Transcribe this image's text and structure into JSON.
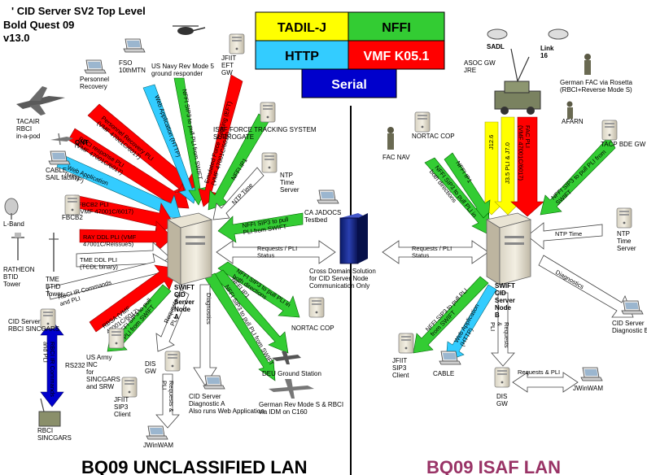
{
  "header": {
    "line1": "' CID Server SV2 Top Level",
    "line2": "Bold Quest 09",
    "line3": "v13.0"
  },
  "legend": {
    "items": [
      {
        "label": "TADIL-J",
        "color": "#ffff00",
        "text_color": "#000000"
      },
      {
        "label": "NFFI",
        "color": "#33cc33",
        "text_color": "#000000"
      },
      {
        "label": "HTTP",
        "color": "#33ccff",
        "text_color": "#000000"
      },
      {
        "label": "VMF K05.1",
        "color": "#ff0000",
        "text_color": "#ffffff"
      },
      {
        "label": "Serial",
        "color": "#0000cc",
        "text_color": "#ffffff"
      }
    ]
  },
  "lans": {
    "left": {
      "label": "BQ09 UNCLASSIFIED LAN",
      "color": "#000000"
    },
    "right": {
      "label": "BQ09 ISAF LAN",
      "color": "#993366"
    }
  },
  "nodes": {
    "tacair": "TACAIR\nRBCI\nin-a-pod",
    "personnel": "Personnel\nRecovery",
    "fso": "FSO\n10thMTN",
    "usnavy": "US Navy Rev Mode 5\nground responder",
    "jfiit_eft": "JFIIT\nEFT\nGW",
    "qnt": "QNT",
    "cable_sail": "CABLE\nSAIL facility",
    "isaf_fts": "ISAF FORCE TRACKING SYSTEM\nSURROGATE",
    "ntp_left": "NTP\nTime\nServer",
    "lband": "L-Band",
    "fbcb2": "FBCB2",
    "ca_jadocs": "CA JADOCS\nTestbed",
    "raytheon": "RATHEON\nBTID\nTower",
    "tme": "TME\nBTID\nTower",
    "cds": "Cross Domain Solution\nfor CID Server Node\nCommunication Only",
    "swift_a": "SWIFT\nCID\nServer\nNode\nA",
    "cid_rbci": "CID Server\nRBCI SINCGARS",
    "rs232": "RS232",
    "rbci_sincgars": "RBCI\nSINCGARS",
    "usarmy": "US Army\nINC\nfor\nSINCGARS\nand SRW",
    "dis_left": "DIS\nGW",
    "jfiit_sip3_left": "JFIIT\nSIP3\nClient",
    "jwinwam_left": "JWinWAM",
    "cid_diag_a": "CID Server\nDiagnostic A\nAlso runs Web Application",
    "deu": "DEU Ground Station",
    "german_rev": "German Rev Mode S & RBCI\nvia IDM on C160",
    "nortac_left": "NORTAC COP",
    "sadl": "SADL",
    "link16": "Link\n16",
    "asoc": "ASOC GW\nJRE",
    "german_fac": "German FAC via Rosetta\n(RBCI+Reverse Mode S)",
    "afarn": "AFARN",
    "tacp": "TACP BDE GW",
    "nortac_right": "NORTAC COP",
    "fac_nav": "FAC NAV",
    "ntp_right": "NTP\nTime\nServer",
    "swift_b": "SWIFT\nCID\nServer\nNode\nB",
    "cid_diag_b": "CID Server\nDiagnostic B",
    "jfiit_sip3_right": "JFIIT\nSIP3\nClient",
    "cable_right": "CABLE",
    "dis_right": "DIS\nGW",
    "jwinwam_right": "JWinWAM"
  },
  "arrows": {
    "personnel_recovery": "Personnel Recovery PLI\n(VMF 47001C/6017)",
    "rbci_response": "RBCI response PLI\n(VMF 47001C/6017)",
    "web_app_cable": "Web Application\n(HTTP)",
    "fbcb2_pli": "FBCB2 PLI\n(VMF 47001C/6017)",
    "ray_ddl": "RAY DDL PLI (VMF\n47001C/Reissue5)",
    "tme_ddl": "TME DDL PLI\n(TCDL binary)",
    "rbci_ir": "RBCI IR Commands\nand PLI",
    "rbsa": "RBSA (VMF\n47001C/6017)",
    "web_app_fso": "Web Application (HTTP)",
    "nffi_sip3_navy": "NFFI SIP3 to pull PLI from SWIFT",
    "emulated_eft": "Emulated Force Tracking (EFT)\n(VMF 47001C/6017)",
    "nffi_ip1": "NFFI IP1",
    "ntp_time_left": "NTP Time",
    "nffi_jadocs": "NFFI SIP3 to pull\nPLI from SWIFT",
    "req_status_mid": "Requests / PLI\nStatus",
    "req_status_right": "Requests / PLI\nStatus",
    "nffi_sip3_both": "NFFI SIP3 to pull PLI in\nboth directions",
    "nffi_ip1_deu": "NFFI IP1",
    "nffi_sip3_deu": "NFFI SIP3 to pull PLI from SWIFT",
    "nffi_jfiit_left": "NFFI SIP3 to pull\nPLI from SWIFT",
    "req_pli_dis": "Requests &\nPLI",
    "diagnostics_a": "Diagnostics",
    "req_pli_jwin": "Requests &\nPLI",
    "rbci_ir_serial": "RBCI IR Commands\nand PLI",
    "j12_6": "J12.6",
    "j35": "J3.5 PLI & J7.0",
    "fac_pli": "FAC PLI\n(VMF 47001C/6017)",
    "nffi_tacp": "NFFI SIP3 to pull PLI from\nSWIFT",
    "nffi_ip1_right": "NFFI IP1",
    "nffi_sip3_right": "NFFI SIP3 to pull PLI in\nboth directions",
    "ntp_time_right": "NTP Time",
    "diagnostics_b": "Diagnostics",
    "nffi_jfiit_right": "NFFI SIP3 to pull PLI\nfrom SWIFT",
    "web_app_right": "Web Application\n(HTTP)",
    "req_pli_dis_right": "Requests\n&\nPLI",
    "req_pli_jwin_right": "Requests & PLI"
  }
}
